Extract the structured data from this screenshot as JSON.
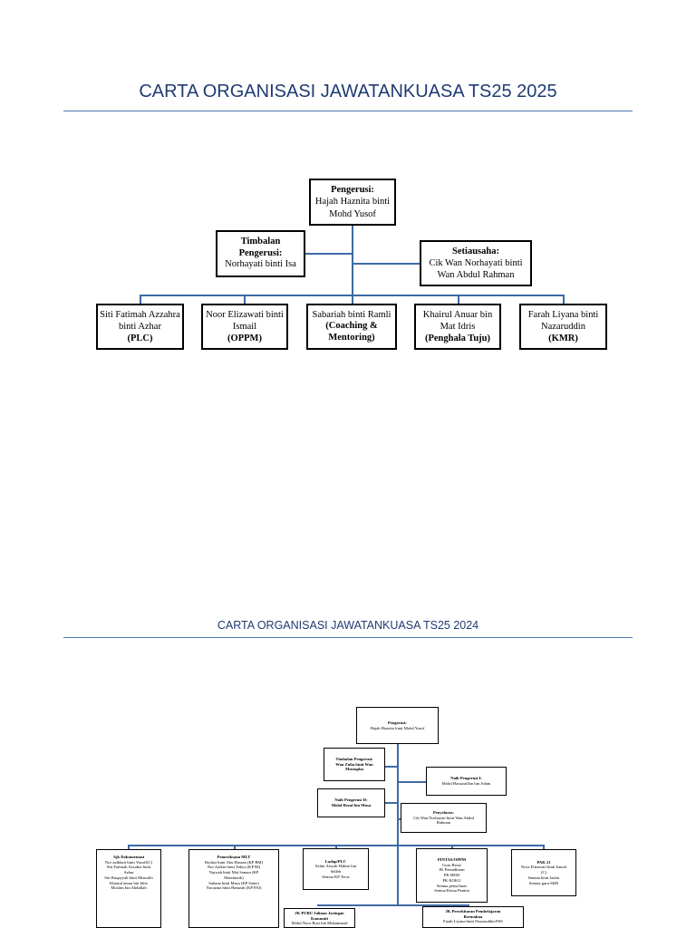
{
  "title_2025": "CARTA ORGANISASI JAWATANKUASA TS25 2025",
  "title_2024": "CARTA ORGANISASI JAWATANKUASA TS25 2024",
  "chart_2025": {
    "chair": {
      "role": "Pengerusi:",
      "name1": "Hajah Haznita binti",
      "name2": "Mohd Yusof"
    },
    "deputy": {
      "role1": "Timbalan",
      "role2": "Pengerusi:",
      "name": "Norhayati binti Isa"
    },
    "secretary": {
      "role": "Setiausaha:",
      "name1": "Cik Wan Norhayati binti",
      "name2": "Wan Abdul Rahman"
    },
    "members": [
      {
        "name1": "Siti Fatimah Azzahra",
        "name2": "binti Azhar",
        "unit": "(PLC)"
      },
      {
        "name1": "Noor Elizawati binti",
        "name2": "Ismail",
        "unit": "(OPPM)"
      },
      {
        "name1": "Sabariah binti Ramli",
        "name2": "(Coaching &",
        "unit": "Mentoring)"
      },
      {
        "name1": "Khairul Anuar bin",
        "name2": "Mat Idris",
        "unit": "(Penghala Tuju)"
      },
      {
        "name1": "Farah Liyana binti",
        "name2": "Nazaruddin",
        "unit": "(KMR)"
      }
    ]
  },
  "chart_2024": {
    "chair": {
      "role": "Pengerusi:",
      "name": "Hajah Haznita binti Mohd Yusof"
    },
    "deputy": {
      "l1": "Timbalan Pengerusi:",
      "l2": "Wan Zulia binti Wan",
      "l3": "Mustapha"
    },
    "naib1": {
      "l1": "Naib Pengerusi I:",
      "l2": "Mohd Harizzaillan bin Adam"
    },
    "naib2": {
      "l1": "Naib Pengerusi II:",
      "l2": "Mohd Rezal bin Musa"
    },
    "secretary": {
      "l1": "Penyelaras:",
      "l2": "Cik Wan Norhayati binti Wan Abdul",
      "l3": "Rahman"
    },
    "units": [
      {
        "head": "Ajk Dokumentasi",
        "lines": [
          "Nor zulkhair binti Yusoff(C)",
          "Siti Fatimah Azzahra binti",
          "Azhar",
          "Siti Ruqayyah binti Mustaffa",
          "Khairul anuar bin Idris",
          "Muslim bin Abdullah"
        ]
      },
      {
        "head": "Pemeriksaan MLT",
        "lines": [
          "Rodiza binti Abu Hassan (KP BM)",
          "Nor Azikin binti Yahya (KP BI)",
          "Najwah binti Mat Saman (KP",
          "Matematik)",
          "Suhana binti Musa (KP Sains)",
          "Norazuia binti Hamzah (KP PAI)"
        ]
      },
      {
        "head": "Ladap/PLC",
        "lines": [
          "Salmi Aisyah Hakim bin",
          "Salleh",
          "Semua KP Teras"
        ]
      },
      {
        "head": "PINTAS/OPPM",
        "lines": [
          "Guru Besar",
          "JK Pentadbiran",
          "PK HEM",
          "PK KOKU",
          "Semua penyelaras",
          "Semua Ketua Panitia"
        ]
      },
      {
        "head": "PAK 21",
        "lines": [
          "Noor Elizawati binti Ismail",
          "(C)",
          "Sanana binti Jaafar",
          "Semua guru SKB"
        ]
      }
    ],
    "bottom": [
      {
        "head": "JK PURU Jalinan Jaringan",
        "l2": "Komuniti",
        "l3": "Mohd Noor Rozi bin Muhammad"
      },
      {
        "head": "JK Persekitaran Pembelajaran",
        "l2": "Bermakna",
        "l3": "Farah Liyana binti Nazaruddin-PSS"
      }
    ]
  }
}
